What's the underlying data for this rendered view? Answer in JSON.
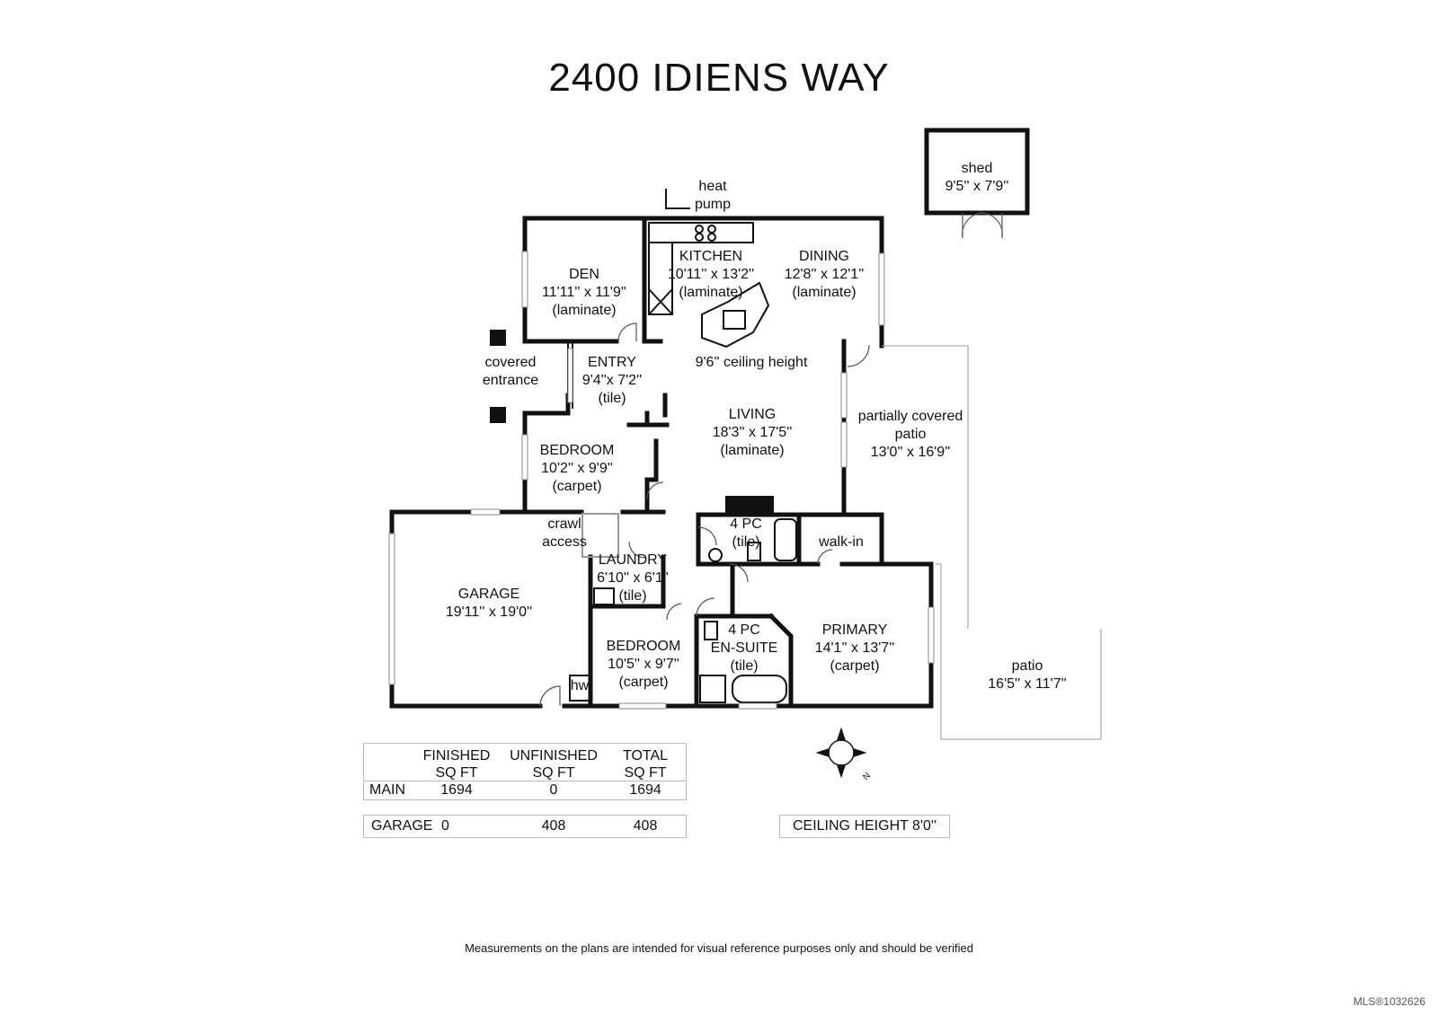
{
  "title": "2400 IDIENS WAY",
  "rooms": {
    "shed": {
      "name": "shed",
      "dims": "9'5'' x 7'9''"
    },
    "heat_pump": {
      "line1": "heat",
      "line2": "pump"
    },
    "den": {
      "name": "DEN",
      "dims": "11'11'' x 11'9''",
      "floor": "(laminate)"
    },
    "kitchen": {
      "name": "KITCHEN",
      "dims": "10'11'' x 13'2''",
      "floor": "(laminate)"
    },
    "dining": {
      "name": "DINING",
      "dims": "12'8'' x 12'1''",
      "floor": "(laminate)"
    },
    "covered_entrance": {
      "line1": "covered",
      "line2": "entrance"
    },
    "entry": {
      "name": "ENTRY",
      "dims": "9'4''x 7'2''",
      "floor": "(tile)"
    },
    "ceiling_note": "9'6'' ceiling height",
    "living": {
      "name": "LIVING",
      "dims": "18'3'' x 17'5''",
      "floor": "(laminate)"
    },
    "partially_covered_patio": {
      "line1": "partially covered",
      "line2": "patio",
      "dims": "13'0'' x 16'9''"
    },
    "bedroom1": {
      "name": "BEDROOM",
      "dims": "10'2'' x 9'9''",
      "floor": "(carpet)"
    },
    "crawl_access": {
      "line1": "crawl",
      "line2": "access"
    },
    "bath1": {
      "name": "4 PC",
      "floor": "(tile)"
    },
    "walk_in": {
      "name": "walk-in"
    },
    "garage": {
      "name": "GARAGE",
      "dims": "19'11'' x 19'0''"
    },
    "laundry": {
      "name": "LAUNDRY",
      "dims": "6'10'' x 6'1''",
      "floor": "(tile)"
    },
    "ensuite": {
      "name": "4 PC",
      "name2": "EN-SUITE",
      "floor": "(tile)"
    },
    "primary": {
      "name": "PRIMARY",
      "dims": "14'1'' x 13'7''",
      "floor": "(carpet)"
    },
    "bedroom2": {
      "name": "BEDROOM",
      "dims": "10'5'' x 9'7''",
      "floor": "(carpet)"
    },
    "hw": "hw",
    "patio": {
      "name": "patio",
      "dims": "16'5'' x 11'7''"
    }
  },
  "compass_label": "N",
  "sqft_table": {
    "headers": [
      {
        "line1": "FINISHED",
        "line2": "SQ FT"
      },
      {
        "line1": "UNFINISHED",
        "line2": "SQ FT"
      },
      {
        "line1": "TOTAL",
        "line2": "SQ FT"
      }
    ],
    "main": {
      "label": "MAIN",
      "finished": "1694",
      "unfinished": "0",
      "total": "1694"
    },
    "garage": {
      "label": "GARAGE",
      "finished": "0",
      "unfinished": "408",
      "total": "408"
    }
  },
  "ceiling_height": "CEILING HEIGHT 8'0''",
  "disclaimer": "Measurements on the plans are intended for visual reference purposes only and should be verified",
  "mls": "MLS®1032626"
}
